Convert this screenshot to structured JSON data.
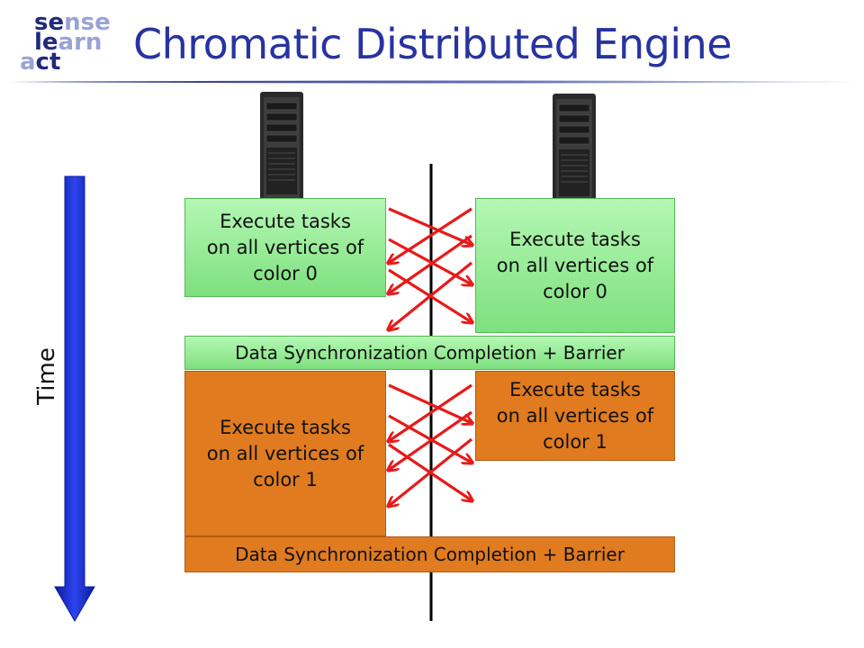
{
  "logo": {
    "line1_dark": "se",
    "line1_light": "nse",
    "line2_dark": "le",
    "line2_light": "arn",
    "line3_light": "a",
    "line3_dark": "ct"
  },
  "title": "Chromatic Distributed Engine",
  "time_label": "Time",
  "phase0": {
    "left_box": [
      "Execute tasks",
      "on all vertices of",
      "color 0"
    ],
    "right_box": [
      "Execute tasks",
      "on all vertices of",
      "color 0"
    ],
    "barrier": "Data Synchronization Completion + Barrier"
  },
  "phase1": {
    "left_box": [
      "Execute tasks",
      "on all vertices of",
      "color 1"
    ],
    "right_box": [
      "Execute tasks",
      "on all vertices of",
      "color 1"
    ],
    "barrier": "Data Synchronization Completion + Barrier"
  },
  "colors": {
    "title": "#2733a0",
    "green_box": "#a0f0a0",
    "orange_box": "#e07b20",
    "arrow": "#e81a1a",
    "time_arrow": "#1a2bd6"
  }
}
